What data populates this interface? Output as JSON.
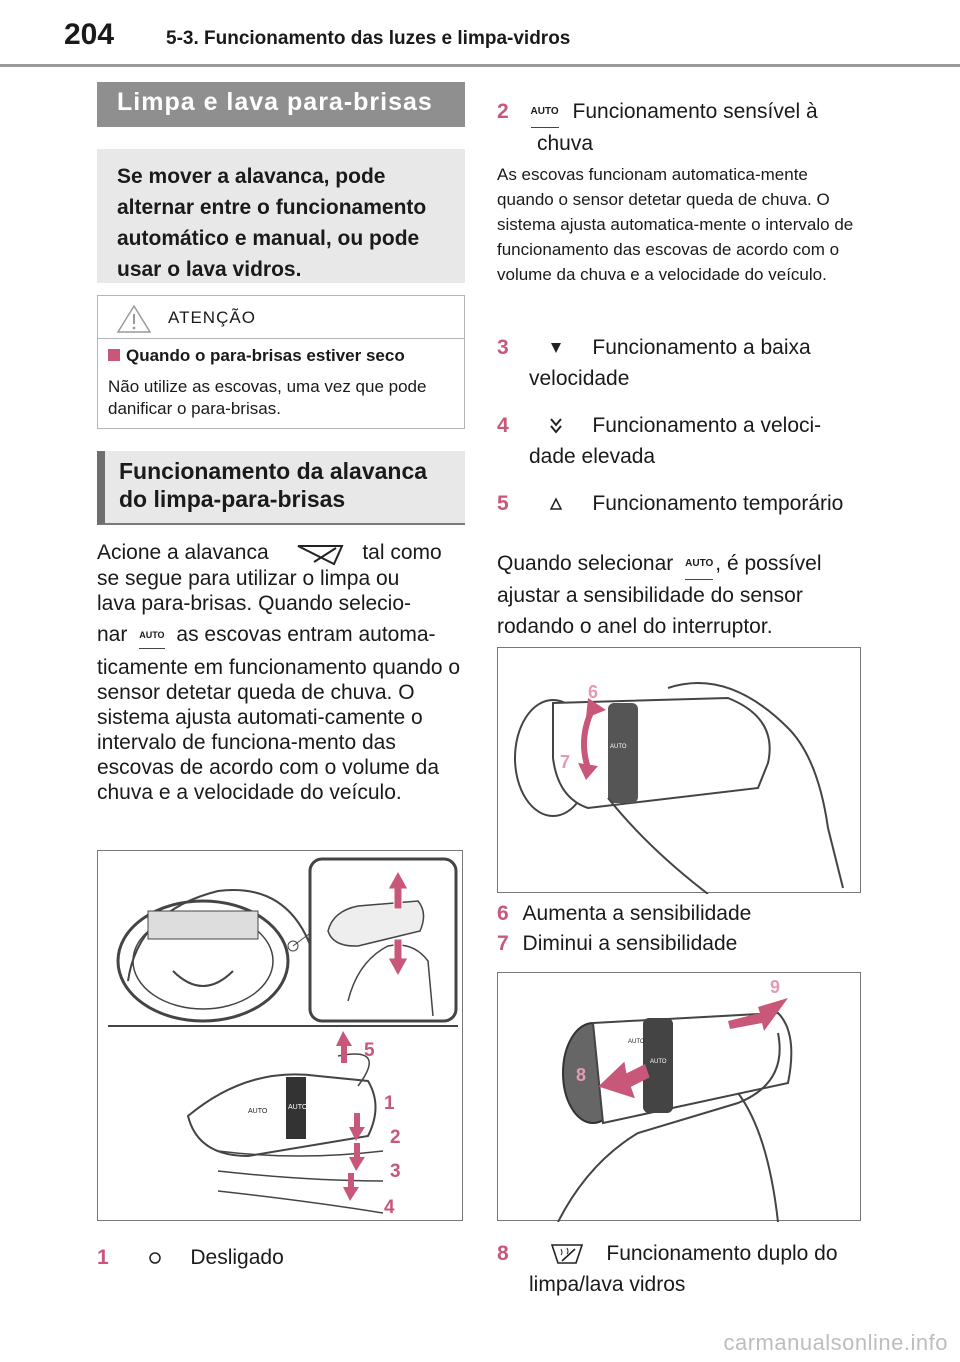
{
  "header": {
    "page_number": "204",
    "title": "5-3. Funcionamento das luzes e limpa-vidros"
  },
  "left": {
    "section_heading": "Limpa e lava para-brisas",
    "summary": "Se mover a alavanca, pode alternar entre o funcionamento automático e manual, ou pode usar o lava vidros.",
    "warning": {
      "title": "ATENÇÃO",
      "subheading": "Quando o para-brisas estiver seco",
      "text": "Não utilize as escovas, uma vez que pode danificar o para-brisas."
    },
    "subsection_heading_line1": "Funcionamento da alavanca",
    "subsection_heading_line2": "do limpa-para-brisas",
    "para_line1_a": "Acione a alavanca",
    "para_line1_b": "tal como",
    "para_line2": "se segue para utilizar o limpa ou",
    "para_line3": "lava para-brisas. Quando selecio-",
    "para_line4_a": "nar",
    "para_line4_b": "as escovas entram automa-",
    "para_rest": "ticamente em funcionamento quando o sensor detetar queda de chuva. O sistema ajusta automati-camente o intervalo de funciona-mento das escovas de acordo com o volume da chuva e a velocidade do veículo.",
    "figure_labels": [
      "5",
      "1",
      "2",
      "3",
      "4"
    ],
    "figure_switch_text": "AUTO",
    "item1_num": "1",
    "item1_text": "Desligado"
  },
  "right": {
    "item2_num": "2",
    "item2_text_line1": "Funcionamento sensível à",
    "item2_text_line2": "chuva",
    "item2_desc": "As escovas funcionam automatica-mente quando o sensor detetar queda de chuva. O sistema ajusta automatica-mente o intervalo de funcionamento das escovas de acordo com o volume da chuva e a velocidade do veículo.",
    "item3_num": "3",
    "item3_line1": "Funcionamento a baixa",
    "item3_line2": "velocidade",
    "item4_num": "4",
    "item4_line1": "Funcionamento a veloci-",
    "item4_line2": "dade elevada",
    "item5_num": "5",
    "item5_text": "Funcionamento temporário",
    "sens_line1_a": "Quando selecionar",
    "sens_line1_b": ", é possível",
    "sens_line2": "ajustar a sensibilidade do sensor",
    "sens_line3": "rodando o anel do interruptor.",
    "fig2_labels": [
      "6",
      "7"
    ],
    "item6_num": "6",
    "item6_text": "Aumenta a sensibilidade",
    "item7_num": "7",
    "item7_text": "Diminui a sensibilidade",
    "fig3_labels": [
      "8",
      "9"
    ],
    "item8_num": "8",
    "item8_line1": "Funcionamento duplo do",
    "item8_line2": "limpa/lava vidros"
  },
  "watermark": "carmanualsonline.info",
  "colors": {
    "accent": "#c9577a",
    "heading_bg": "#8f8f8f",
    "box_bg": "#e8e8e8"
  }
}
